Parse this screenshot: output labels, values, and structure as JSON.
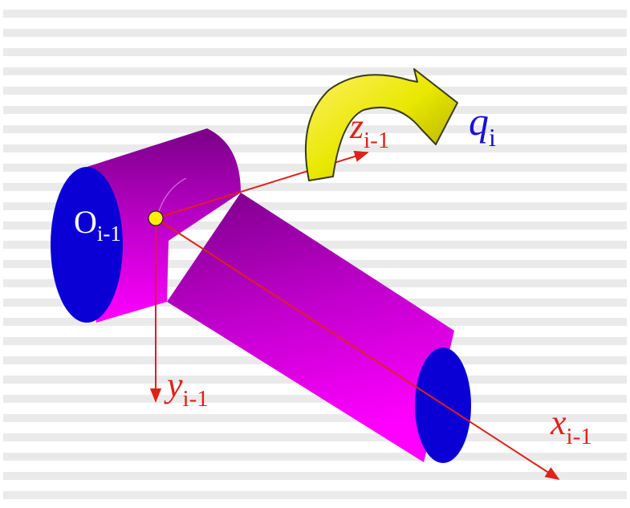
{
  "colors": {
    "background": "#ffffff",
    "stripe": "#eaeaea",
    "link_body_light": "#ff00ff",
    "link_body_dark": "#7a0088",
    "link_end_face": "#0a00d6",
    "axis": "#e0201a",
    "origin_point": "#ffee00",
    "rotation_arrow": "#e8e800",
    "rotation_arrow_outline": "#3a3a1a",
    "joint_variable_label": "#1a10d8",
    "origin_label": "#ffffff"
  },
  "icons": {
    "rotation": "curved-rotation-arrow-icon",
    "axis_arrowhead": "triangle-arrowhead-icon"
  },
  "labels": {
    "origin": {
      "base": "O",
      "sub": "i-1"
    },
    "z_axis": {
      "base": "z",
      "sub": "i-1"
    },
    "y_axis": {
      "base": "y",
      "sub": "i-1"
    },
    "x_axis": {
      "base": "x",
      "sub": "i-1"
    },
    "joint_variable": {
      "base": "q",
      "sub": "i"
    }
  }
}
